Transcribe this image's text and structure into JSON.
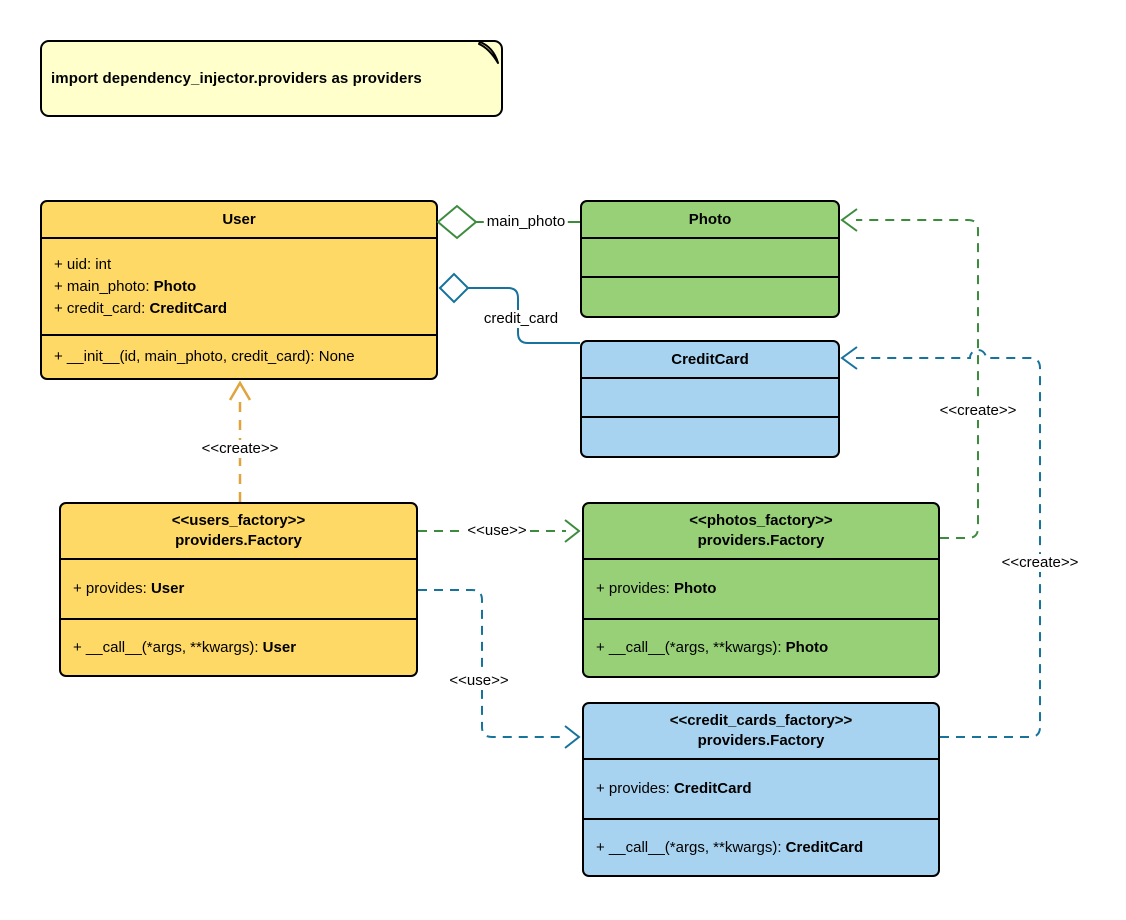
{
  "colors": {
    "yellow_fill": "#FFD966",
    "green_fill": "#97D077",
    "blue_fill": "#A8D3F0",
    "note_fill": "#FFFFCC",
    "box_border": "#000000",
    "orange_stroke": "#DFA43C",
    "green_stroke": "#3D8B3D",
    "blue_stroke": "#17739C"
  },
  "note": {
    "text": "import dependency_injector.providers as providers"
  },
  "classes": {
    "user": {
      "title": "User",
      "attributes": [
        {
          "text": "+ uid: int",
          "bold": ""
        },
        {
          "text": "+ main_photo: ",
          "bold": "Photo"
        },
        {
          "text": "+ credit_card: ",
          "bold": "CreditCard"
        }
      ],
      "methods": [
        {
          "text": "+ __init__(id, main_photo, credit_card): None",
          "bold": ""
        }
      ]
    },
    "photo": {
      "title": "Photo"
    },
    "credit_card": {
      "title": "CreditCard"
    },
    "users_factory": {
      "stereotype": "<<users_factory>>",
      "title": "providers.Factory",
      "attributes": [
        {
          "text": "+ provides: ",
          "bold": "User"
        }
      ],
      "methods": [
        {
          "text": "+ __call__(*args, **kwargs): ",
          "bold": "User"
        }
      ]
    },
    "photos_factory": {
      "stereotype": "<<photos_factory>>",
      "title": "providers.Factory",
      "attributes": [
        {
          "text": "+ provides: ",
          "bold": "Photo"
        }
      ],
      "methods": [
        {
          "text": "+ __call__(*args, **kwargs): ",
          "bold": "Photo"
        }
      ]
    },
    "credit_cards_factory": {
      "stereotype": "<<credit_cards_factory>>",
      "title": "providers.Factory",
      "attributes": [
        {
          "text": "+ provides: ",
          "bold": "CreditCard"
        }
      ],
      "methods": [
        {
          "text": "+ __call__(*args, **kwargs): ",
          "bold": "CreditCard"
        }
      ]
    }
  },
  "connectors": {
    "main_photo": {
      "label": "main_photo"
    },
    "credit_card": {
      "label": "credit_card"
    },
    "create_user": {
      "label": "<<create>>"
    },
    "use_photos": {
      "label": "<<use>>"
    },
    "use_credit_cards": {
      "label": "<<use>>"
    },
    "create_photo": {
      "label": "<<create>>"
    },
    "create_credit_card": {
      "label": "<<create>>"
    }
  }
}
